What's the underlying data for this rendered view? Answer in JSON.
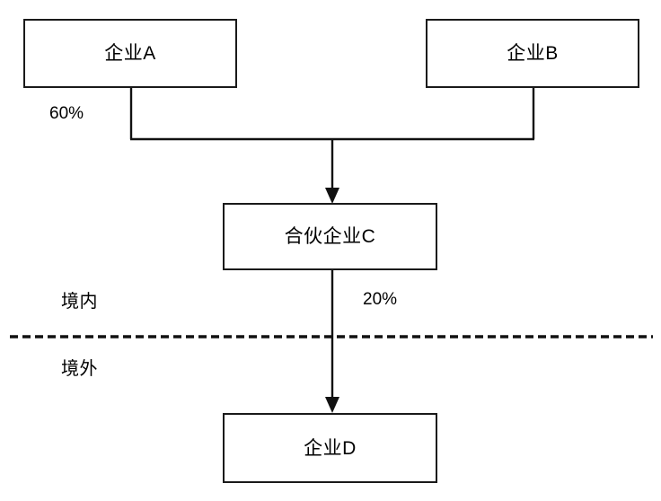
{
  "diagram": {
    "type": "org-ownership-structure",
    "nodes": [
      {
        "id": "enterprise-a",
        "label": "企业A"
      },
      {
        "id": "enterprise-b",
        "label": "企业B"
      },
      {
        "id": "partnership-c",
        "label": "合伙企业C"
      },
      {
        "id": "enterprise-d",
        "label": "企业D"
      }
    ],
    "edges": [
      {
        "id": "edge-a-to-c",
        "from": "enterprise-a",
        "to": "partnership-c",
        "label": "60%"
      },
      {
        "id": "edge-b-to-c",
        "from": "enterprise-b",
        "to": "partnership-c",
        "label": ""
      },
      {
        "id": "edge-c-to-d",
        "from": "partnership-c",
        "to": "enterprise-d",
        "label": "20%"
      }
    ],
    "regions": {
      "domestic_label": "境内",
      "overseas_label": "境外"
    },
    "colors": {
      "background": "#ffffff",
      "stroke": "#111111",
      "box_border": "#1a1a1a",
      "text": "#000000"
    }
  }
}
